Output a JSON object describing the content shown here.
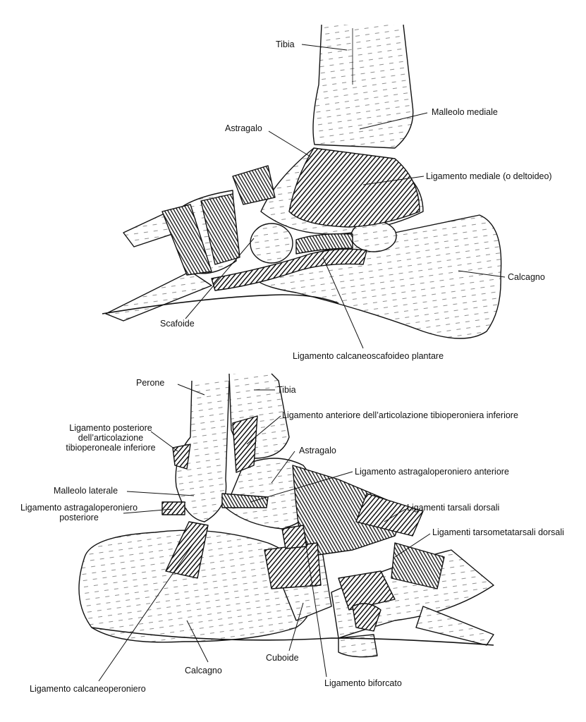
{
  "medial_view": {
    "labels": {
      "tibia": "Tibia",
      "malleolo_mediale": "Malleolo mediale",
      "astragalo": "Astragalo",
      "ligamento_mediale": "Ligamento mediale (o deltoideo)",
      "calcagno": "Calcagno",
      "scafoide": "Scafoide",
      "ligamento_calcaneoscafoideo": "Ligamento calcaneoscafoideo plantare"
    }
  },
  "lateral_view": {
    "labels": {
      "perone": "Perone",
      "tibia": "Tibia",
      "ligamento_anteriore": "Ligamento anteriore dell’articolazione tibioperoniera inferiore",
      "ligamento_posteriore_lines": [
        "Ligamento posteriore",
        "dell’articolazione",
        "tibioperoneale inferiore"
      ],
      "astragalo": "Astragalo",
      "ligamento_astragaloperoniero_anteriore": "Ligamento astragaloperoniero anteriore",
      "malleolo_laterale": "Malleolo laterale",
      "ligamento_astragaloperoniero_posteriore_lines": [
        "Ligamento astragaloperoniero",
        "posteriore"
      ],
      "ligamenti_tarsali_dorsali": "Ligamenti tarsali dorsali",
      "ligamenti_tarsometatarsali_dorsali": "Ligamenti tarsometatarsali dorsali",
      "cuboide": "Cuboide",
      "calcagno": "Calcagno",
      "ligamento_calcaneoperoniero": "Ligamento calcaneoperoniero",
      "ligamento_biforcato": "Ligamento biforcato"
    }
  }
}
